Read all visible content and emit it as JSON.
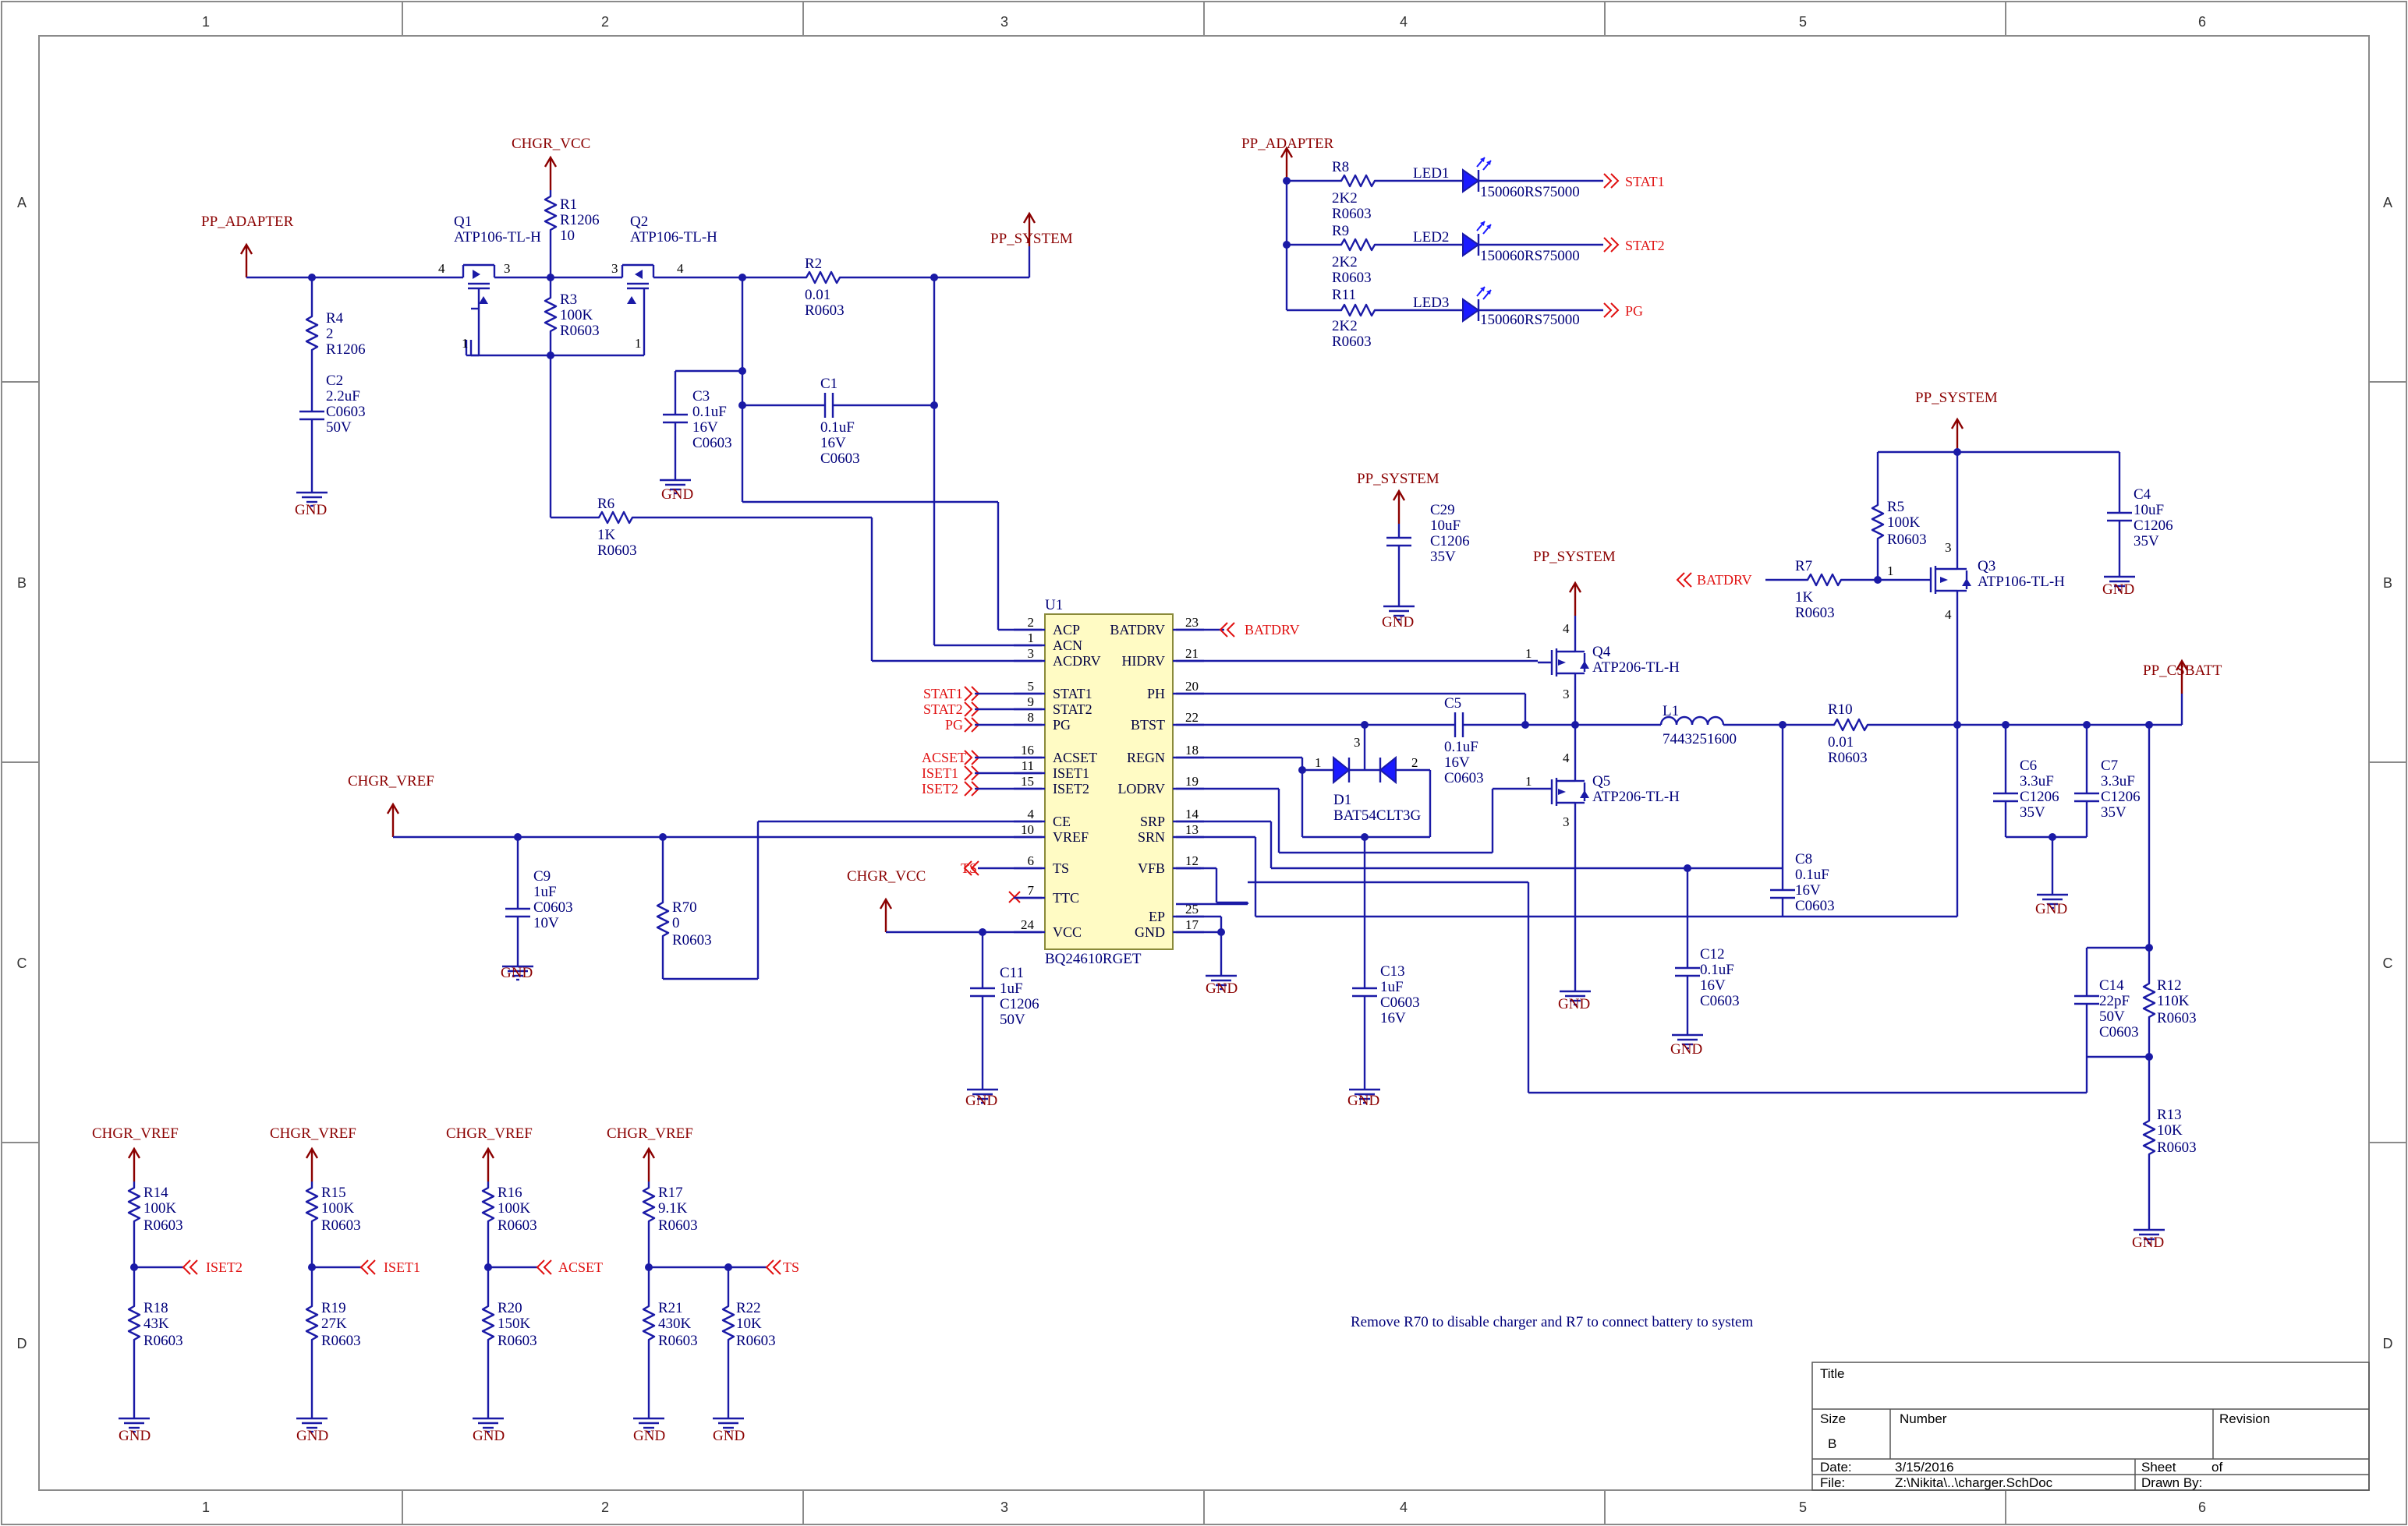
{
  "zones": {
    "cols": [
      "1",
      "2",
      "3",
      "4",
      "5",
      "6"
    ],
    "rows": [
      "A",
      "B",
      "C",
      "D"
    ]
  },
  "nets": {
    "chgr_vcc": "CHGR_VCC",
    "pp_adapter": "PP_ADAPTER",
    "pp_system": "PP_SYSTEM",
    "gnd": "GND",
    "chgr_vref": "CHGR_VREF",
    "pp_csbatt": "PP_CSBATT"
  },
  "signals": {
    "stat1": "STAT1",
    "stat2": "STAT2",
    "pg": "PG",
    "batdrv": "BATDRV",
    "acset": "ACSET",
    "iset1": "ISET1",
    "iset2": "ISET2",
    "ts": "TS"
  },
  "parts": {
    "q1": {
      "ref": "Q1",
      "val": "ATP106-TL-H"
    },
    "q2": {
      "ref": "Q2",
      "val": "ATP106-TL-H"
    },
    "q3": {
      "ref": "Q3",
      "val": "ATP106-TL-H"
    },
    "q4": {
      "ref": "Q4",
      "val": "ATP206-TL-H"
    },
    "q5": {
      "ref": "Q5",
      "val": "ATP206-TL-H"
    },
    "r1": {
      "ref": "R1",
      "v1": "R1206",
      "v2": "10"
    },
    "r2": {
      "ref": "R2",
      "v1": "0.01",
      "v2": "R0603"
    },
    "r3": {
      "ref": "R3",
      "v1": "100K",
      "v2": "R0603"
    },
    "r4": {
      "ref": "R4",
      "v1": "2",
      "v2": "R1206"
    },
    "r5": {
      "ref": "R5",
      "v1": "100K",
      "v2": "R0603"
    },
    "r6": {
      "ref": "R6",
      "v1": "1K",
      "v2": "R0603"
    },
    "r7": {
      "ref": "R7",
      "v1": "1K",
      "v2": "R0603"
    },
    "r8": {
      "ref": "R8",
      "v1": "2K2",
      "v2": "R0603"
    },
    "r9": {
      "ref": "R9",
      "v1": "2K2",
      "v2": "R0603"
    },
    "r10": {
      "ref": "R10",
      "v1": "0.01",
      "v2": "R0603"
    },
    "r11": {
      "ref": "R11",
      "v1": "2K2",
      "v2": "R0603"
    },
    "r12": {
      "ref": "R12",
      "v1": "110K",
      "v2": "R0603"
    },
    "r13": {
      "ref": "R13",
      "v1": "10K",
      "v2": "R0603"
    },
    "r14": {
      "ref": "R14",
      "v1": "100K",
      "v2": "R0603"
    },
    "r15": {
      "ref": "R15",
      "v1": "100K",
      "v2": "R0603"
    },
    "r16": {
      "ref": "R16",
      "v1": "100K",
      "v2": "R0603"
    },
    "r17": {
      "ref": "R17",
      "v1": "9.1K",
      "v2": "R0603"
    },
    "r18": {
      "ref": "R18",
      "v1": "43K",
      "v2": "R0603"
    },
    "r19": {
      "ref": "R19",
      "v1": "27K",
      "v2": "R0603"
    },
    "r20": {
      "ref": "R20",
      "v1": "150K",
      "v2": "R0603"
    },
    "r21": {
      "ref": "R21",
      "v1": "430K",
      "v2": "R0603"
    },
    "r22": {
      "ref": "R22",
      "v1": "10K",
      "v2": "R0603"
    },
    "r70": {
      "ref": "R70",
      "v1": "0",
      "v2": "R0603"
    },
    "c1": {
      "ref": "C1",
      "v1": "0.1uF",
      "v2": "16V",
      "v3": "C0603"
    },
    "c2": {
      "ref": "C2",
      "v1": "2.2uF",
      "v2": "C0603",
      "v3": "50V"
    },
    "c3": {
      "ref": "C3",
      "v1": "0.1uF",
      "v2": "16V",
      "v3": "C0603"
    },
    "c4": {
      "ref": "C4",
      "v1": "10uF",
      "v2": "C1206",
      "v3": "35V"
    },
    "c5": {
      "ref": "C5",
      "v1": "0.1uF",
      "v2": "16V",
      "v3": "C0603"
    },
    "c6": {
      "ref": "C6",
      "v1": "3.3uF",
      "v2": "C1206",
      "v3": "35V"
    },
    "c7": {
      "ref": "C7",
      "v1": "3.3uF",
      "v2": "C1206",
      "v3": "35V"
    },
    "c8": {
      "ref": "C8",
      "v1": "0.1uF",
      "v2": "16V",
      "v3": "C0603"
    },
    "c9": {
      "ref": "C9",
      "v1": "1uF",
      "v2": "C0603",
      "v3": "10V"
    },
    "c11": {
      "ref": "C11",
      "v1": "1uF",
      "v2": "C1206",
      "v3": "50V"
    },
    "c12": {
      "ref": "C12",
      "v1": "0.1uF",
      "v2": "16V",
      "v3": "C0603"
    },
    "c13": {
      "ref": "C13",
      "v1": "1uF",
      "v2": "C0603",
      "v3": "16V"
    },
    "c14": {
      "ref": "C14",
      "v1": "22pF",
      "v2": "50V",
      "v3": "C0603"
    },
    "c29": {
      "ref": "C29",
      "v1": "10uF",
      "v2": "C1206",
      "v3": "35V"
    },
    "l1": {
      "ref": "L1",
      "val": "7443251600"
    },
    "d1": {
      "ref": "D1",
      "val": "BAT54CLT3G"
    },
    "led1": {
      "ref": "LED1",
      "val": "150060RS75000"
    },
    "led2": {
      "ref": "LED2",
      "val": "150060RS75000"
    },
    "led3": {
      "ref": "LED3",
      "val": "150060RS75000"
    }
  },
  "u1": {
    "ref": "U1",
    "val": "BQ24610RGET",
    "left": [
      {
        "n": "2",
        "name": "ACP"
      },
      {
        "n": "1",
        "name": "ACN"
      },
      {
        "n": "3",
        "name": "ACDRV"
      },
      {
        "n": "5",
        "name": "STAT1"
      },
      {
        "n": "9",
        "name": "STAT2"
      },
      {
        "n": "8",
        "name": "PG"
      },
      {
        "n": "16",
        "name": "ACSET"
      },
      {
        "n": "11",
        "name": "ISET1"
      },
      {
        "n": "15",
        "name": "ISET2"
      },
      {
        "n": "4",
        "name": "CE"
      },
      {
        "n": "10",
        "name": "VREF"
      },
      {
        "n": "6",
        "name": "TS"
      },
      {
        "n": "7",
        "name": "TTC"
      },
      {
        "n": "24",
        "name": "VCC"
      }
    ],
    "right": [
      {
        "n": "23",
        "name": "BATDRV"
      },
      {
        "n": "21",
        "name": "HIDRV"
      },
      {
        "n": "20",
        "name": "PH"
      },
      {
        "n": "22",
        "name": "BTST"
      },
      {
        "n": "18",
        "name": "REGN"
      },
      {
        "n": "19",
        "name": "LODRV"
      },
      {
        "n": "14",
        "name": "SRP"
      },
      {
        "n": "13",
        "name": "SRN"
      },
      {
        "n": "12",
        "name": "VFB"
      },
      {
        "n": "25",
        "name": "EP"
      },
      {
        "n": "17",
        "name": "GND"
      }
    ]
  },
  "pinnums": {
    "p1": "1",
    "p2": "2",
    "p3": "3",
    "p4": "4"
  },
  "note": "Remove R70 to disable charger and R7 to connect battery to system",
  "titleblock": {
    "title_lbl": "Title",
    "size_lbl": "Size",
    "size_val": "B",
    "number_lbl": "Number",
    "revision_lbl": "Revision",
    "date_lbl": "Date:",
    "date_val": "3/15/2016",
    "file_lbl": "File:",
    "file_val": "Z:\\Nikita\\..\\charger.SchDoc",
    "sheet_lbl": "Sheet",
    "of_lbl": "of",
    "drawn_lbl": "Drawn By:"
  }
}
